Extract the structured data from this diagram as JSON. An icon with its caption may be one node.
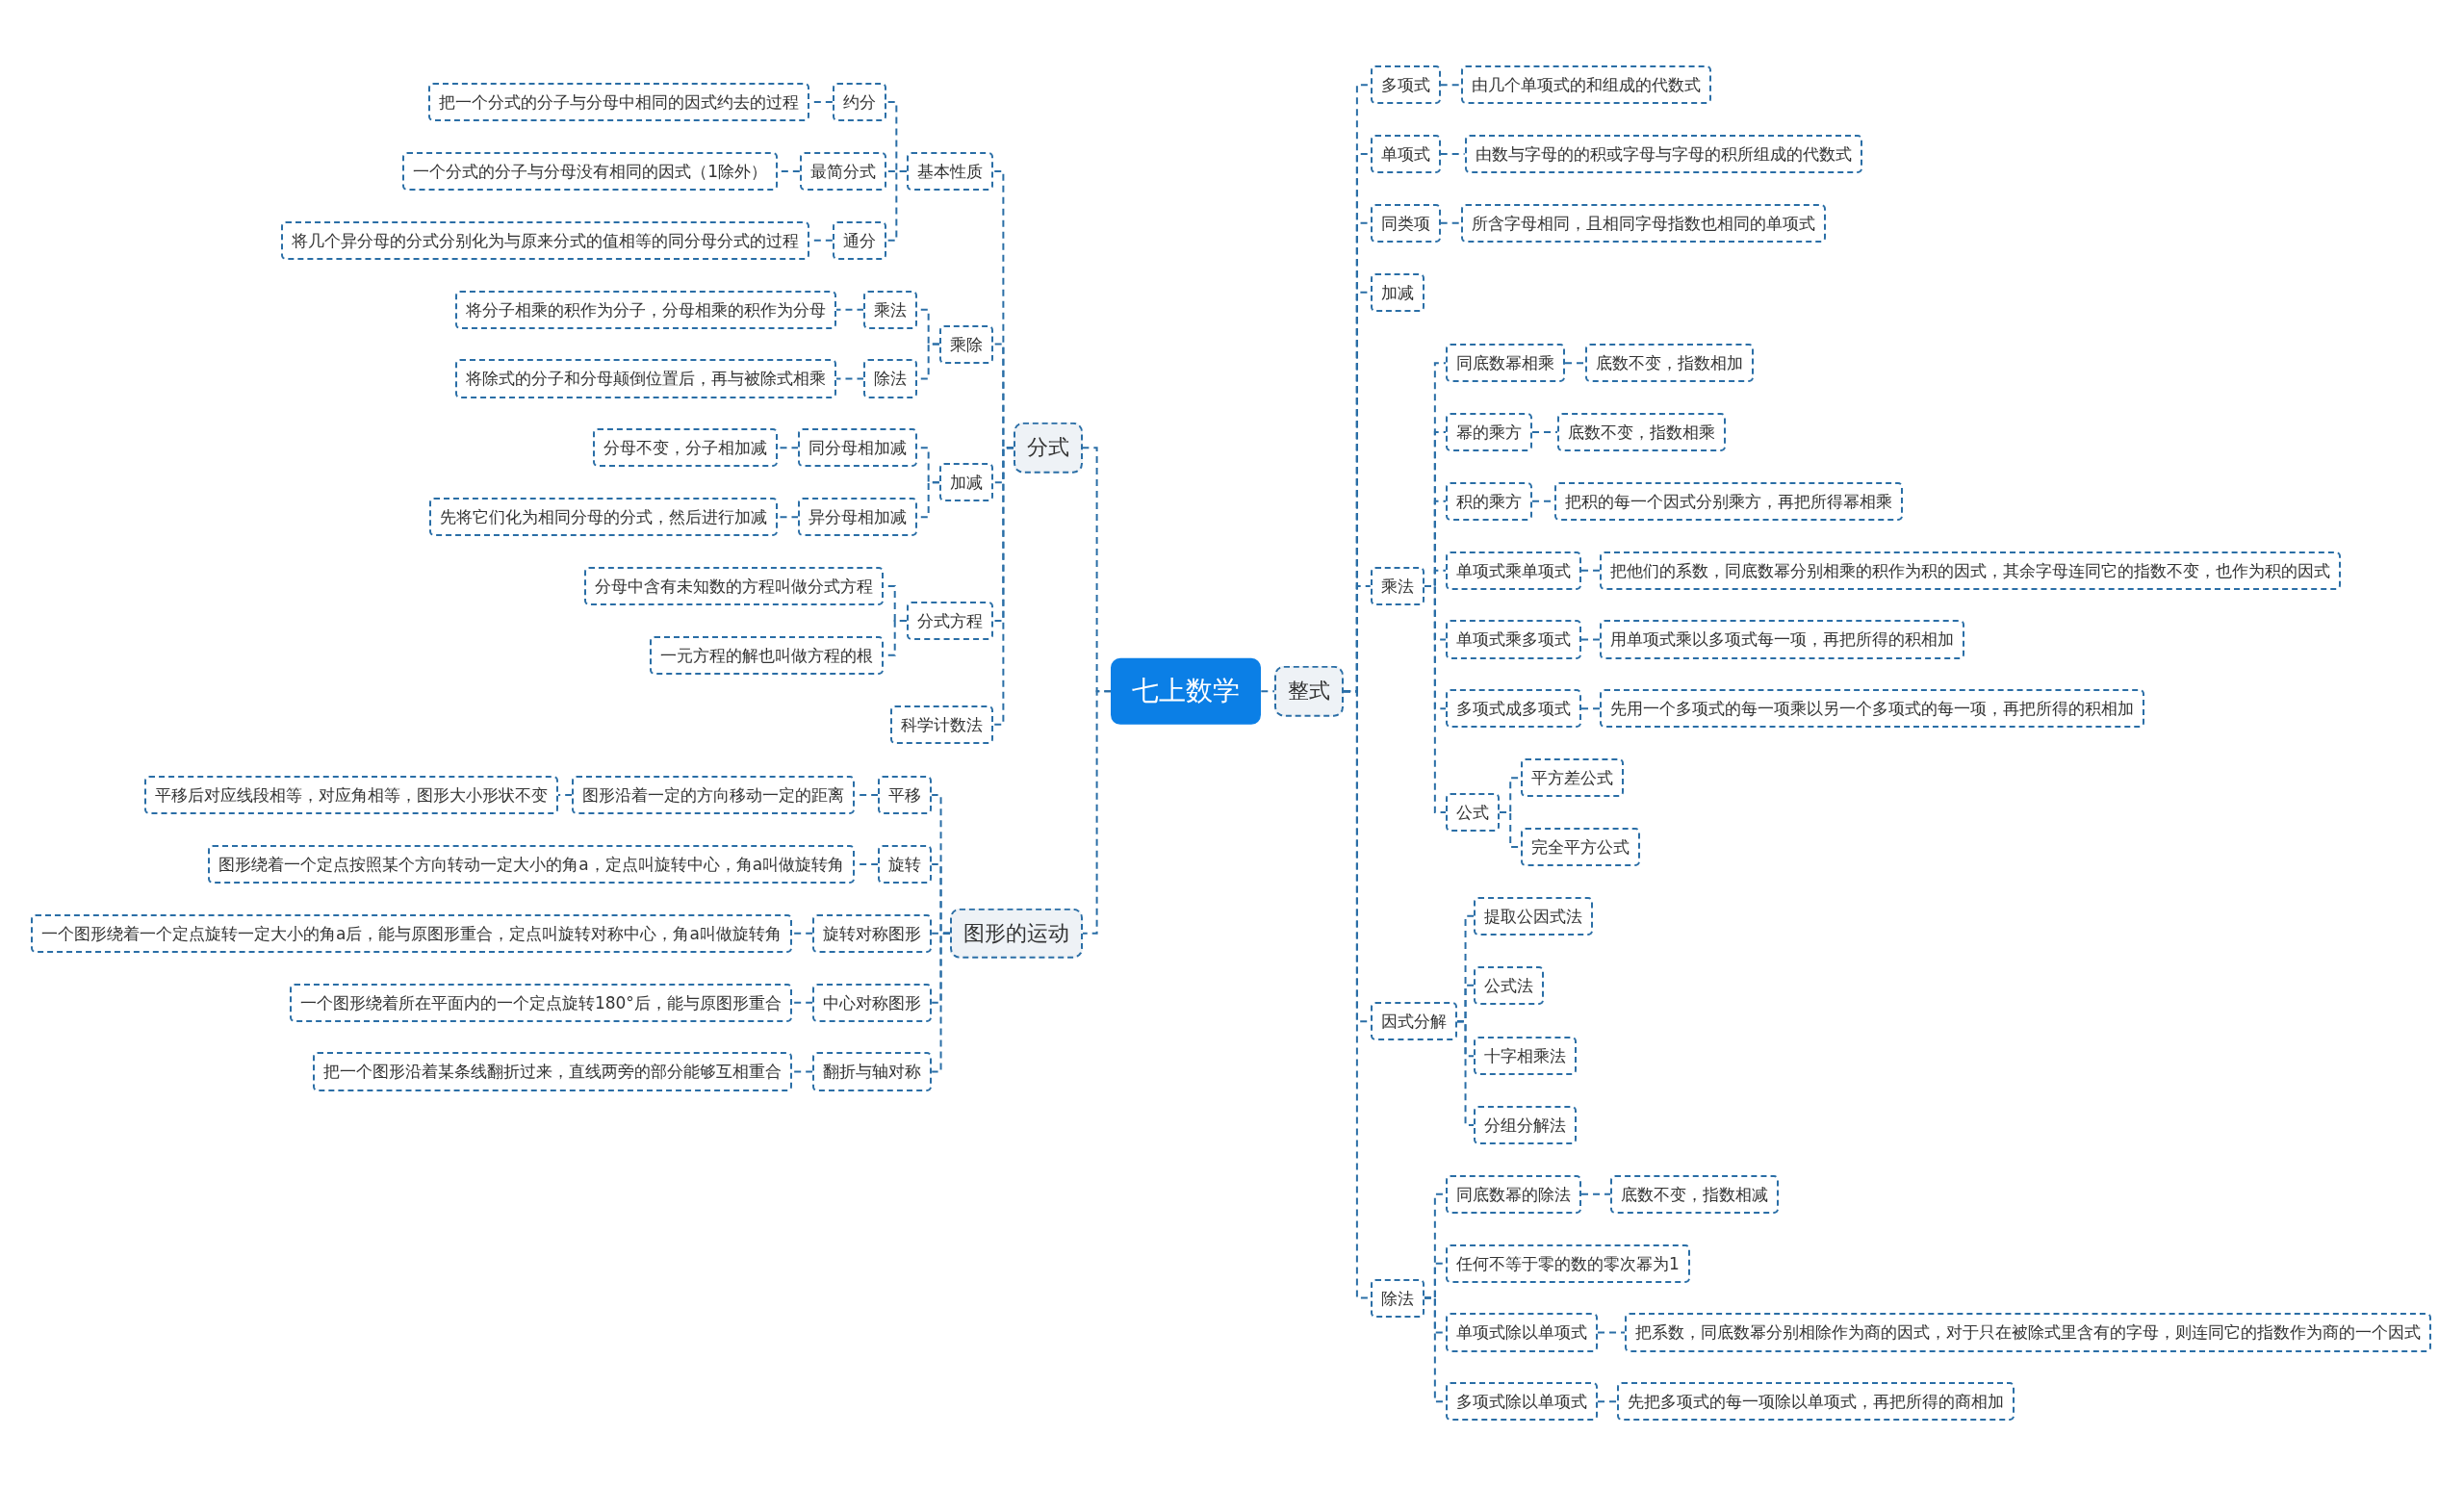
{
  "diagram": {
    "nodes": [
      {
        "text": [
          "七上数学"
        ]
      },
      {
        "text": [
          "分式"
        ]
      },
      {
        "text": [
          "基本性质"
        ]
      },
      {
        "text": [
          "约分"
        ]
      },
      {
        "text": [
          "把一个分式的分子与分母中相同的因式约去的过程"
        ]
      },
      {
        "text": [
          "最简分式"
        ]
      },
      {
        "text": [
          "一个分式的分子与分母没有相同的因式（1除外）"
        ]
      },
      {
        "text": [
          "通分"
        ]
      },
      {
        "text": [
          "将几个异分母的分式分别化为与原来分式的值相等的同分母分式的过程"
        ]
      },
      {
        "text": [
          "乘除"
        ]
      },
      {
        "text": [
          "乘法"
        ]
      },
      {
        "text": [
          "将分子相乘的积作为分子，分母相乘的积作为分母"
        ]
      },
      {
        "text": [
          "除法"
        ]
      },
      {
        "text": [
          "将除式的分子和分母颠倒位置后，再与被除式相乘"
        ]
      },
      {
        "text": [
          "加减"
        ]
      },
      {
        "text": [
          "同分母相加减"
        ]
      },
      {
        "text": [
          "分母不变，分子相加减"
        ]
      },
      {
        "text": [
          "异分母相加减"
        ]
      },
      {
        "text": [
          "先将它们化为相同分母的分式，然后进行加减"
        ]
      },
      {
        "text": [
          "分式方程"
        ]
      },
      {
        "text": [
          "分母中含有未知数的方程叫做分式方程"
        ]
      },
      {
        "text": [
          "一元方程的解也叫做方程的根"
        ]
      },
      {
        "text": [
          "科学计数法"
        ]
      },
      {
        "text": [
          "图形的运动"
        ]
      },
      {
        "text": [
          "平移"
        ]
      },
      {
        "text": [
          "图形沿着一定的方向移动一定的距离"
        ]
      },
      {
        "text": [
          "平移后对应线段相等，对应角相等，图形大小形状不变"
        ]
      },
      {
        "text": [
          "旋转"
        ]
      },
      {
        "text": [
          "图形绕着一个定点按照某个方向转动一定大小的角a，定点叫旋转中心，角a叫做旋转角"
        ]
      },
      {
        "text": [
          "旋转对称图形"
        ]
      },
      {
        "text": [
          "一个图形绕着一个定点旋转一定大小的角a后，能与原图形重合，定点叫旋转对称中心，角a叫做旋转角"
        ]
      },
      {
        "text": [
          "中心对称图形"
        ]
      },
      {
        "text": [
          "一个图形绕着所在平面内的一个定点旋转180°后，能与原图形重合"
        ]
      },
      {
        "text": [
          "翻折与轴对称"
        ]
      },
      {
        "text": [
          "把一个图形沿着某条线翻折过来，直线两旁的部分能够互相重合"
        ]
      },
      {
        "text": [
          "整式"
        ]
      },
      {
        "text": [
          "多项式"
        ]
      },
      {
        "text": [
          "由几个单项式的和组成的代数式"
        ]
      },
      {
        "text": [
          "单项式"
        ]
      },
      {
        "text": [
          "由数与字母的的积或字母与字母的积所组成的代数式"
        ]
      },
      {
        "text": [
          "同类项"
        ]
      },
      {
        "text": [
          "所含字母相同，且相同字母指数也相同的单项式"
        ]
      },
      {
        "text": [
          "加减"
        ]
      },
      {
        "text": [
          "乘法"
        ]
      },
      {
        "text": [
          "同底数幂相乘"
        ]
      },
      {
        "text": [
          "底数不变，指数相加"
        ]
      },
      {
        "text": [
          "幂的乘方"
        ]
      },
      {
        "text": [
          "底数不变，指数相乘"
        ]
      },
      {
        "text": [
          "积的乘方"
        ]
      },
      {
        "text": [
          "把积的每一个因式分别乘方，再把所得幂相乘"
        ]
      },
      {
        "text": [
          "单项式乘单项式"
        ]
      },
      {
        "text": [
          "把他们的系数，同底数幂分别相乘的积作为积的因式，其余字母连同它的指数不变，也作为积的因式"
        ]
      },
      {
        "text": [
          "单项式乘多项式"
        ]
      },
      {
        "text": [
          "用单项式乘以多项式每一项，再把所得的积相加"
        ]
      },
      {
        "text": [
          "多项式成多项式"
        ]
      },
      {
        "text": [
          "先用一个多项式的每一项乘以另一个多项式的每一项，再把所得的积相加"
        ]
      },
      {
        "text": [
          "公式"
        ]
      },
      {
        "text": [
          "平方差公式"
        ]
      },
      {
        "text": [
          "完全平方公式"
        ]
      },
      {
        "text": [
          "因式分解"
        ]
      },
      {
        "text": [
          "提取公因式法"
        ]
      },
      {
        "text": [
          "公式法"
        ]
      },
      {
        "text": [
          "十字相乘法"
        ]
      },
      {
        "text": [
          "分组分解法"
        ]
      },
      {
        "text": [
          "除法"
        ]
      },
      {
        "text": [
          "同底数幂的除法"
        ]
      },
      {
        "text": [
          "底数不变，指数相减"
        ]
      },
      {
        "text": [
          "任何不等于零的数的零次幂为1"
        ]
      },
      {
        "text": [
          "单项式除以单项式"
        ]
      },
      {
        "text": [
          "把系数，同底数幂分别相除作为商的因式，对于只在被除式里含有的字母，则连同它的指数作为商的一个因式"
        ]
      },
      {
        "text": [
          "多项式除以单项式"
        ]
      },
      {
        "text": [
          "先把多项式的每一项除以单项式，再把所得的商相加"
        ]
      }
    ],
    "edges": [
      {
        "from": 0,
        "to": 1,
        "arrow": "none"
      },
      {
        "from": 1,
        "to": 2,
        "arrow": "none"
      },
      {
        "from": 2,
        "to": 3,
        "arrow": "none"
      },
      {
        "from": 3,
        "to": 4,
        "arrow": "none"
      },
      {
        "from": 2,
        "to": 5,
        "arrow": "none"
      },
      {
        "from": 5,
        "to": 6,
        "arrow": "none"
      },
      {
        "from": 2,
        "to": 7,
        "arrow": "none"
      },
      {
        "from": 7,
        "to": 8,
        "arrow": "none"
      },
      {
        "from": 1,
        "to": 9,
        "arrow": "none"
      },
      {
        "from": 9,
        "to": 10,
        "arrow": "none"
      },
      {
        "from": 10,
        "to": 11,
        "arrow": "none"
      },
      {
        "from": 9,
        "to": 12,
        "arrow": "none"
      },
      {
        "from": 12,
        "to": 13,
        "arrow": "none"
      },
      {
        "from": 1,
        "to": 14,
        "arrow": "none"
      },
      {
        "from": 14,
        "to": 15,
        "arrow": "none"
      },
      {
        "from": 15,
        "to": 16,
        "arrow": "none"
      },
      {
        "from": 14,
        "to": 17,
        "arrow": "none"
      },
      {
        "from": 17,
        "to": 18,
        "arrow": "none"
      },
      {
        "from": 1,
        "to": 19,
        "arrow": "none"
      },
      {
        "from": 19,
        "to": 20,
        "arrow": "none"
      },
      {
        "from": 19,
        "to": 21,
        "arrow": "none"
      },
      {
        "from": 1,
        "to": 22,
        "arrow": "none"
      },
      {
        "from": 0,
        "to": 23,
        "arrow": "none"
      },
      {
        "from": 23,
        "to": 24,
        "arrow": "none"
      },
      {
        "from": 24,
        "to": 25,
        "arrow": "none"
      },
      {
        "from": 25,
        "to": 26,
        "arrow": "none"
      },
      {
        "from": 23,
        "to": 27,
        "arrow": "none"
      },
      {
        "from": 27,
        "to": 28,
        "arrow": "none"
      },
      {
        "from": 23,
        "to": 29,
        "arrow": "none"
      },
      {
        "from": 29,
        "to": 30,
        "arrow": "none"
      },
      {
        "from": 23,
        "to": 31,
        "arrow": "none"
      },
      {
        "from": 31,
        "to": 32,
        "arrow": "none"
      },
      {
        "from": 23,
        "to": 33,
        "arrow": "none"
      },
      {
        "from": 33,
        "to": 34,
        "arrow": "none"
      },
      {
        "from": 0,
        "to": 35,
        "arrow": "none"
      },
      {
        "from": 35,
        "to": 36,
        "arrow": "none"
      },
      {
        "from": 36,
        "to": 37,
        "arrow": "none"
      },
      {
        "from": 35,
        "to": 38,
        "arrow": "none"
      },
      {
        "from": 38,
        "to": 39,
        "arrow": "none"
      },
      {
        "from": 35,
        "to": 40,
        "arrow": "none"
      },
      {
        "from": 40,
        "to": 41,
        "arrow": "none"
      },
      {
        "from": 35,
        "to": 42,
        "arrow": "none"
      },
      {
        "from": 35,
        "to": 43,
        "arrow": "none"
      },
      {
        "from": 43,
        "to": 44,
        "arrow": "none"
      },
      {
        "from": 44,
        "to": 45,
        "arrow": "none"
      },
      {
        "from": 43,
        "to": 46,
        "arrow": "none"
      },
      {
        "from": 46,
        "to": 47,
        "arrow": "none"
      },
      {
        "from": 43,
        "to": 48,
        "arrow": "none"
      },
      {
        "from": 48,
        "to": 49,
        "arrow": "none"
      },
      {
        "from": 43,
        "to": 50,
        "arrow": "none"
      },
      {
        "from": 50,
        "to": 51,
        "arrow": "none"
      },
      {
        "from": 43,
        "to": 52,
        "arrow": "none"
      },
      {
        "from": 52,
        "to": 53,
        "arrow": "none"
      },
      {
        "from": 43,
        "to": 54,
        "arrow": "none"
      },
      {
        "from": 54,
        "to": 55,
        "arrow": "none"
      },
      {
        "from": 43,
        "to": 56,
        "arrow": "none"
      },
      {
        "from": 56,
        "to": 57,
        "arrow": "none"
      },
      {
        "from": 56,
        "to": 58,
        "arrow": "none"
      },
      {
        "from": 35,
        "to": 59,
        "arrow": "none"
      },
      {
        "from": 59,
        "to": 60,
        "arrow": "none"
      },
      {
        "from": 59,
        "to": 61,
        "arrow": "none"
      },
      {
        "from": 59,
        "to": 62,
        "arrow": "none"
      },
      {
        "from": 59,
        "to": 63,
        "arrow": "none"
      },
      {
        "from": 35,
        "to": 64,
        "arrow": "none"
      },
      {
        "from": 64,
        "to": 65,
        "arrow": "none"
      },
      {
        "from": 65,
        "to": 66,
        "arrow": "none"
      },
      {
        "from": 64,
        "to": 67,
        "arrow": "none"
      },
      {
        "from": 64,
        "to": 68,
        "arrow": "none"
      },
      {
        "from": 68,
        "to": 69,
        "arrow": "none"
      },
      {
        "from": 64,
        "to": 70,
        "arrow": "none"
      },
      {
        "from": 70,
        "to": 71,
        "arrow": "none"
      }
    ]
  }
}
